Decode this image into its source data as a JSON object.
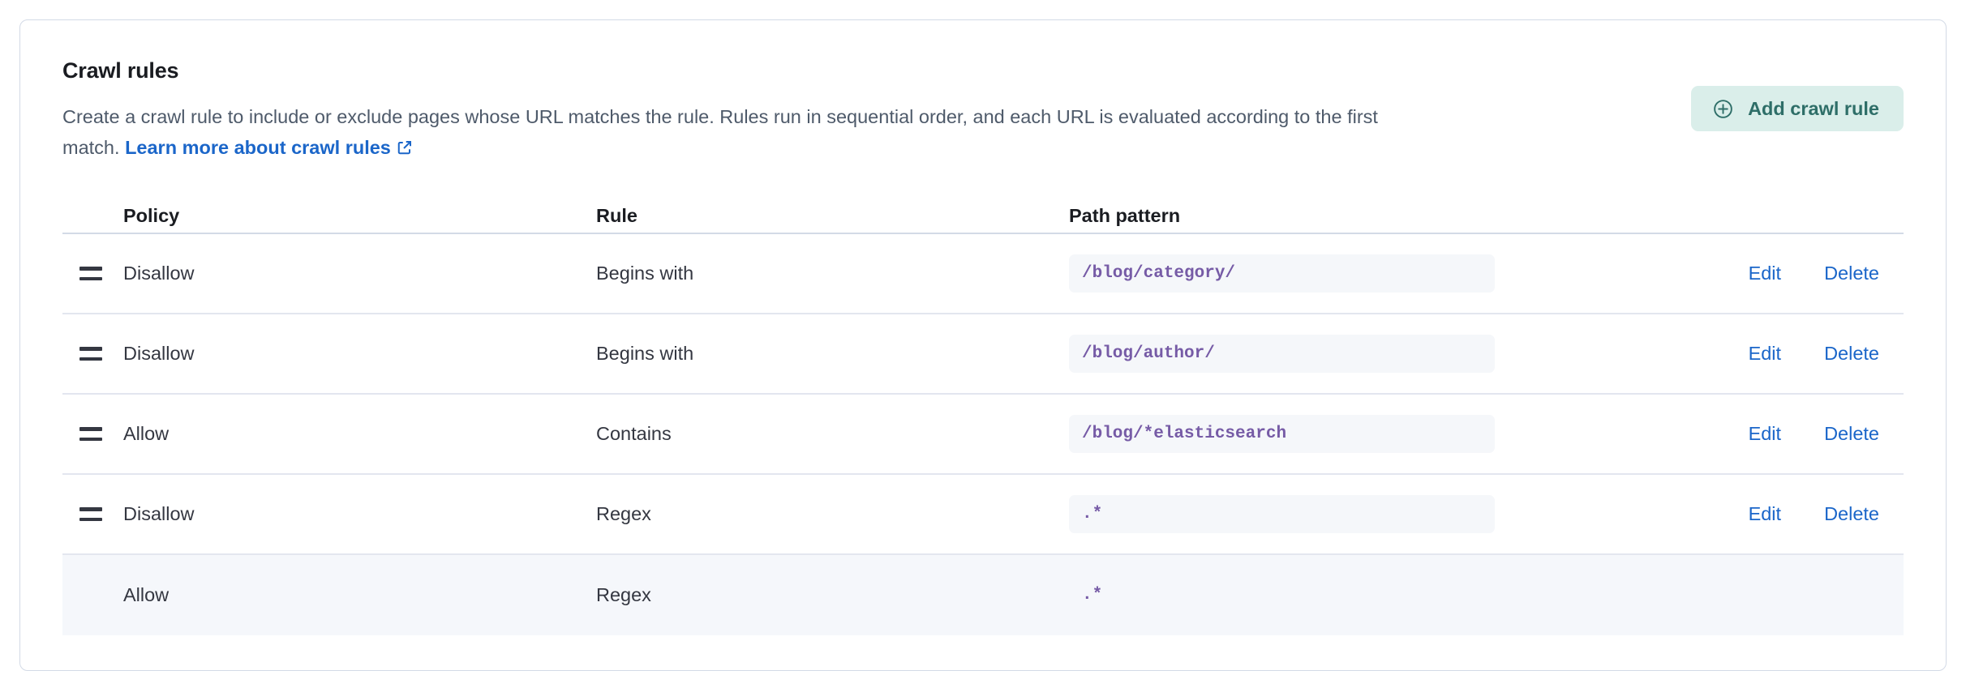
{
  "card": {
    "title": "Crawl rules",
    "description_part1": "Create a crawl rule to include or exclude pages whose URL matches the rule. Rules run in sequential order, and each URL is evaluated according to the first match. ",
    "learn_more_label": "Learn more about crawl rules",
    "external_link_icon": "external-link-icon"
  },
  "toolbar": {
    "add_rule_label": "Add crawl rule",
    "add_rule_icon": "plus-in-circle-icon",
    "add_rule_bg": "#DAEEEA",
    "add_rule_fg": "#2E6E68"
  },
  "table": {
    "columns": [
      "Policy",
      "Rule",
      "Path pattern"
    ],
    "actions": {
      "edit_label": "Edit",
      "delete_label": "Delete",
      "link_color": "#1b66c9"
    },
    "drag_handle_icon": "drag-handle-icon",
    "rows": [
      {
        "policy": "Disallow",
        "rule": "Begins with",
        "path_pattern": "/blog/category/",
        "draggable": true,
        "has_actions": true,
        "highlighted": false
      },
      {
        "policy": "Disallow",
        "rule": "Begins with",
        "path_pattern": "/blog/author/",
        "draggable": true,
        "has_actions": true,
        "highlighted": false
      },
      {
        "policy": "Allow",
        "rule": "Contains",
        "path_pattern": "/blog/*elasticsearch",
        "draggable": true,
        "has_actions": true,
        "highlighted": false
      },
      {
        "policy": "Disallow",
        "rule": "Regex",
        "path_pattern": ".*",
        "draggable": true,
        "has_actions": true,
        "highlighted": false
      },
      {
        "policy": "Allow",
        "rule": "Regex",
        "path_pattern": ".*",
        "draggable": false,
        "has_actions": false,
        "highlighted": true
      }
    ]
  },
  "colors": {
    "card_border": "#D3DAE6",
    "code_text": "#765BA6",
    "code_bg": "#F5F7FA",
    "row_highlight_bg": "#F5F7FB"
  }
}
